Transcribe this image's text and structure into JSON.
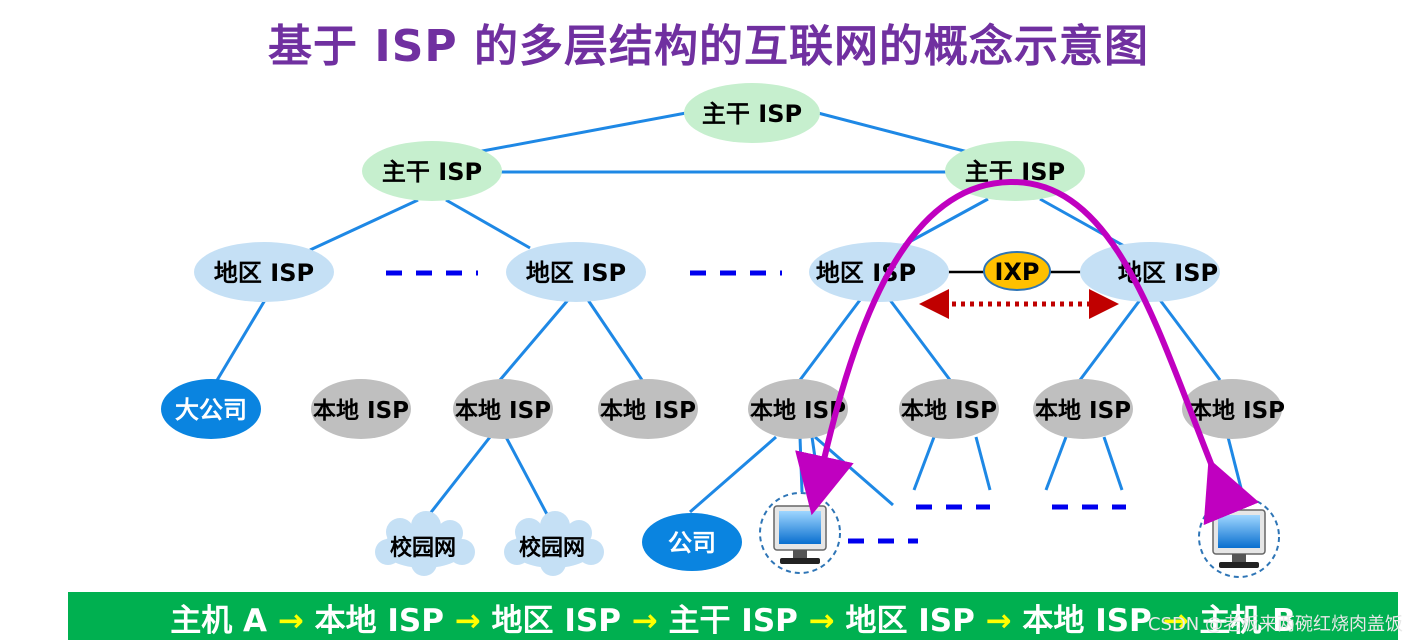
{
  "title": "基于 ISP 的多层结构的互联网的概念示意图",
  "nodes": {
    "backbone_top": "主干 ISP",
    "backbone_left": "主干 ISP",
    "backbone_right": "主干 ISP",
    "regional_1": "地区 ISP",
    "regional_2": "地区 ISP",
    "regional_3": "地区 ISP",
    "regional_4": "地区 ISP",
    "ixp": "IXP",
    "big_company": "大公司",
    "local_1": "本地 ISP",
    "local_2": "本地 ISP",
    "local_3": "本地 ISP",
    "local_4": "本地 ISP",
    "local_5": "本地 ISP",
    "local_6": "本地 ISP",
    "local_7": "本地 ISP",
    "campus_1": "校园网",
    "campus_2": "校园网",
    "company": "公司"
  },
  "path": {
    "host_a": "主机 A",
    "local_a": "本地 ISP",
    "regional_a": "地区 ISP",
    "backbone": "主干 ISP",
    "regional_b": "地区 ISP",
    "local_b": "本地 ISP",
    "host_b": "主机 B",
    "arrow": "→"
  },
  "watermark": "CSDN @老板来两碗红烧肉盖饭",
  "colors": {
    "title": "#7030a0",
    "backbone_fill": "#c6efce",
    "regional_fill": "#c5e0f5",
    "local_fill": "#bfbfbf",
    "company_fill": "#0a84e0",
    "ixp_fill": "#ffc000",
    "link": "#1e88e5",
    "dashed_link": "#0000ee",
    "route": "#c000c0",
    "ixp_exchange": "#c00000",
    "bar": "#00b050",
    "bar_arrow": "#ffff00"
  }
}
